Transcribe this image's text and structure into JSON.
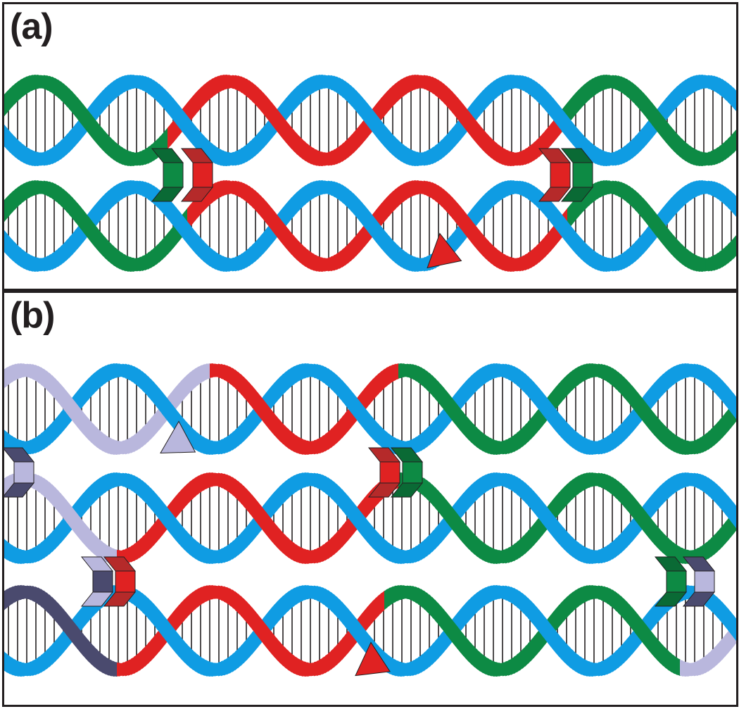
{
  "panels": [
    {
      "id": "a",
      "label": "(a)",
      "helix_rows": 2
    },
    {
      "id": "b",
      "label": "(b)",
      "helix_rows": 3
    }
  ],
  "colors": {
    "navy": "#23157a",
    "light_blue": "#0f9ce3",
    "green": "#0d8a44",
    "dark_green": "#0a6a35",
    "red": "#e02222",
    "dark_red": "#b52a2a",
    "lavender": "#b9b7dd",
    "slate": "#4a4a6e",
    "outline": "#231f20",
    "rung": "#231f20"
  },
  "icons": [
    "arrowhead-icon",
    "crossover-junction-icon"
  ]
}
